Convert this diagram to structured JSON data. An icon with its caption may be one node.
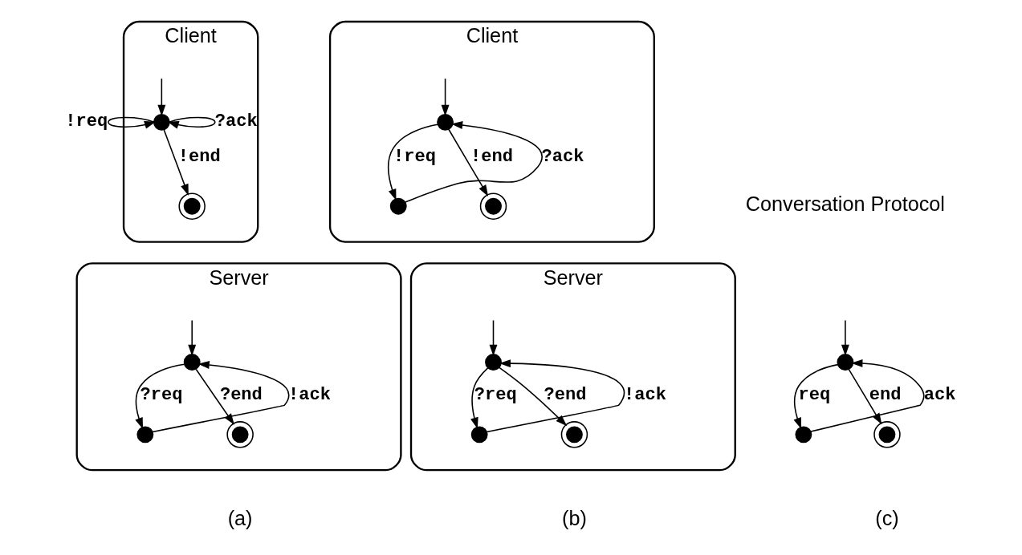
{
  "diagram": {
    "nodes": [
      {
        "text": [
          "Client"
        ]
      },
      {
        "text": [],
        "shape": "dot",
        "in": 0
      },
      {
        "text": [],
        "shape": "circle",
        "in": 0
      },
      {
        "text": [
          "Server"
        ]
      },
      {
        "text": [],
        "shape": "dot",
        "in": 3
      },
      {
        "text": [],
        "shape": "dot",
        "in": 3
      },
      {
        "text": [],
        "shape": "circle",
        "in": 3
      },
      {
        "text": [
          "Client"
        ]
      },
      {
        "text": [],
        "shape": "dot",
        "in": 7
      },
      {
        "text": [],
        "shape": "dot",
        "in": 7
      },
      {
        "text": [],
        "shape": "circle",
        "in": 7
      },
      {
        "text": [
          "Server"
        ]
      },
      {
        "text": [],
        "shape": "dot",
        "in": 11
      },
      {
        "text": [],
        "shape": "dot",
        "in": 11
      },
      {
        "text": [],
        "shape": "circle",
        "in": 11
      },
      {
        "text": [],
        "shape": "dot"
      },
      {
        "text": [],
        "shape": "dot"
      },
      {
        "text": [],
        "shape": "circle"
      }
    ],
    "edges": [
      {
        "from": null,
        "to": 1,
        "arrow": "to"
      },
      {
        "from": 1,
        "to": 1,
        "arrow": "to",
        "label": "!req"
      },
      {
        "from": 1,
        "to": 1,
        "arrow": "to",
        "label": "?ack"
      },
      {
        "from": 1,
        "to": 2,
        "arrow": "to",
        "label": "!end"
      },
      {
        "from": null,
        "to": 4,
        "arrow": "to"
      },
      {
        "from": 4,
        "to": 5,
        "arrow": "to",
        "label": "?req"
      },
      {
        "from": 5,
        "to": 4,
        "arrow": "to",
        "label": "!ack"
      },
      {
        "from": 4,
        "to": 6,
        "arrow": "to",
        "label": "?end"
      },
      {
        "from": null,
        "to": 8,
        "arrow": "to"
      },
      {
        "from": 8,
        "to": 9,
        "arrow": "to",
        "label": "!req"
      },
      {
        "from": 9,
        "to": 8,
        "arrow": "to",
        "label": "?ack"
      },
      {
        "from": 8,
        "to": 10,
        "arrow": "to",
        "label": "!end"
      },
      {
        "from": null,
        "to": 12,
        "arrow": "to"
      },
      {
        "from": 12,
        "to": 13,
        "arrow": "to",
        "label": "?req"
      },
      {
        "from": 13,
        "to": 12,
        "arrow": "to",
        "label": "!ack"
      },
      {
        "from": 12,
        "to": 14,
        "arrow": "to",
        "label": "?end"
      },
      {
        "from": null,
        "to": 15,
        "arrow": "to"
      },
      {
        "from": 15,
        "to": 16,
        "arrow": "to",
        "label": "req"
      },
      {
        "from": 16,
        "to": 15,
        "arrow": "to",
        "label": "ack"
      },
      {
        "from": 15,
        "to": 17,
        "arrow": "to",
        "label": "end"
      }
    ],
    "labels": [
      "Conversation Protocol",
      "(a)",
      "(b)",
      "(c)"
    ]
  }
}
